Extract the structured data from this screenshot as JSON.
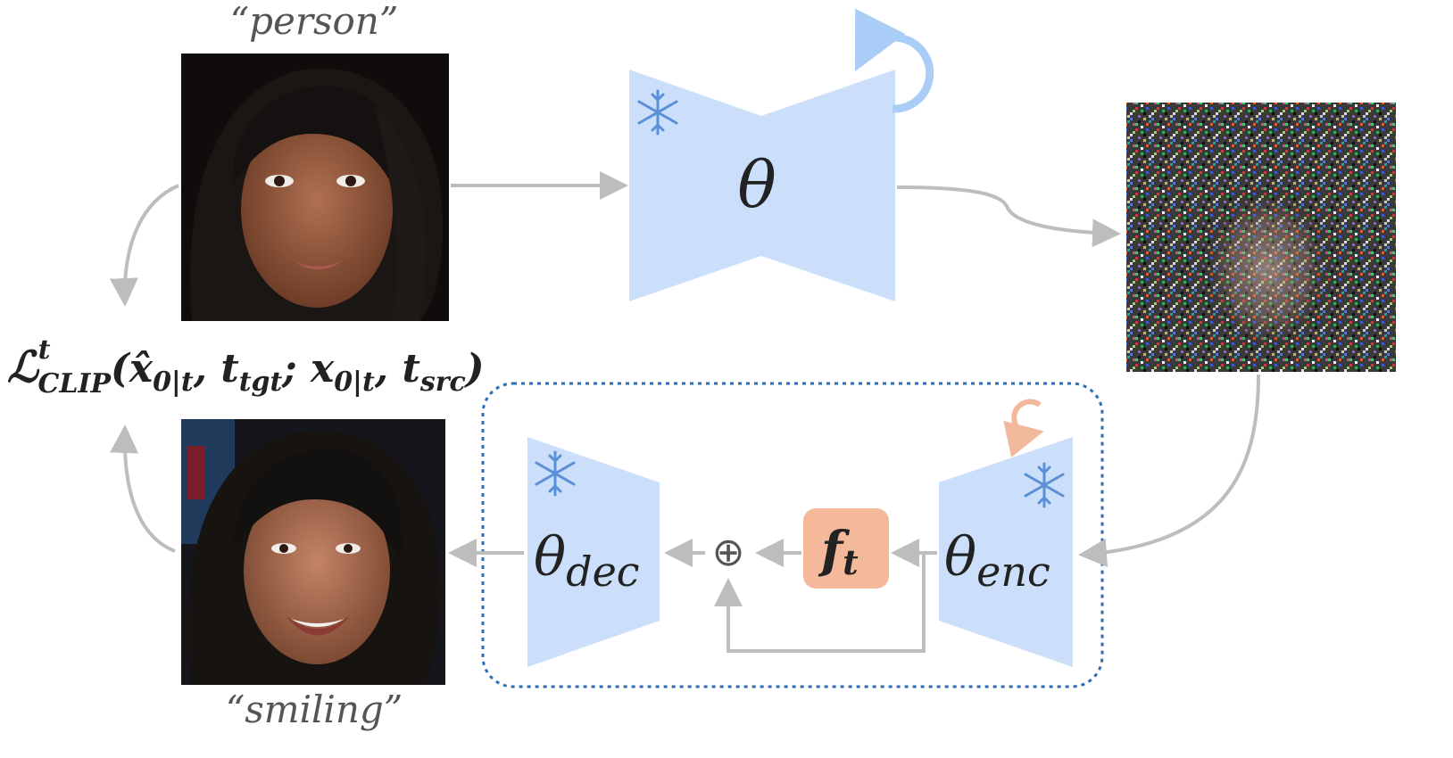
{
  "captions": {
    "top": "“person”",
    "bottom": "“smiling”"
  },
  "loss": {
    "symbol": "ℒ",
    "superscript": "t",
    "subscript": "CLIP",
    "args_open": "(",
    "xhat": "x̂",
    "sub_0t": "0|t",
    "comma1": ", t",
    "sub_tgt": "tgt",
    "semi": "; x",
    "sub_0t_b": "0|t",
    "comma2": ", t",
    "sub_src": "src",
    "args_close": ")"
  },
  "blocks": {
    "theta": {
      "symbol": "θ"
    },
    "theta_dec": {
      "symbol": "θ",
      "sub": "dec"
    },
    "theta_enc": {
      "symbol": "θ",
      "sub": "enc"
    },
    "f_t": {
      "symbol": "f",
      "sub": "t"
    },
    "oplus": "⊕"
  },
  "icons": {
    "frozen": "snowflake-icon",
    "update_blue": "refresh-icon",
    "update_orange": "refresh-icon"
  },
  "colors": {
    "block_fill": "#cbdffa",
    "ft_fill": "#f4b99a",
    "snowflake": "#5b8fd6",
    "blue_cycle": "#a9cdf7",
    "orange_cycle": "#f2b89b",
    "dotted_border": "#2f6db5",
    "arrow": "#bdbdbd"
  }
}
